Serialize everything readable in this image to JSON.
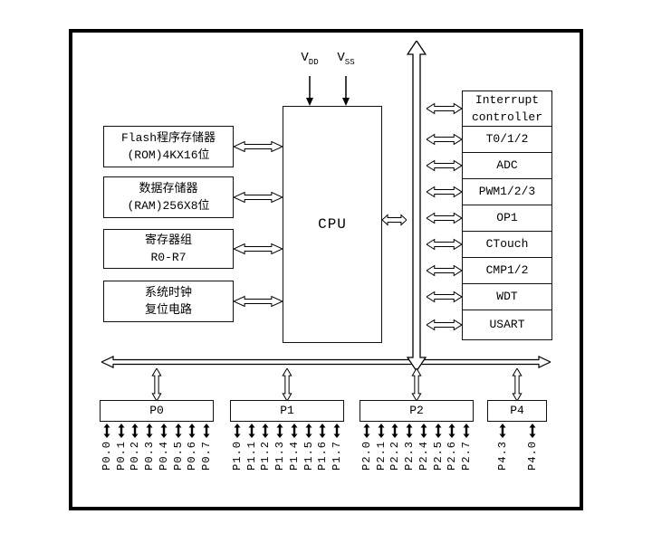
{
  "diagram": {
    "cpu": "CPU",
    "vdd": {
      "main": "V",
      "sub": "DD"
    },
    "vss": {
      "main": "V",
      "sub": "SS"
    },
    "left_blocks": [
      {
        "line1": "Flash程序存储器",
        "line2": "(ROM)4KX16位"
      },
      {
        "line1": "数据存储器",
        "line2": "(RAM)256X8位"
      },
      {
        "line1": "寄存器组",
        "line2": "R0-R7"
      },
      {
        "line1": "系统时钟",
        "line2": "复位电路"
      }
    ],
    "right_blocks": [
      {
        "line1": "Interrupt",
        "line2": "controller"
      },
      {
        "line1": "T0/1/2"
      },
      {
        "line1": "ADC"
      },
      {
        "line1": "PWM1/2/3"
      },
      {
        "line1": "OP1"
      },
      {
        "line1": "CTouch"
      },
      {
        "line1": "CMP1/2"
      },
      {
        "line1": "WDT"
      },
      {
        "line1": "USART"
      }
    ],
    "ports": [
      {
        "label": "P0",
        "pins": [
          "P0.0",
          "P0.1",
          "P0.2",
          "P0.3",
          "P0.4",
          "P0.5",
          "P0.6",
          "P0.7"
        ]
      },
      {
        "label": "P1",
        "pins": [
          "P1.0",
          "P1.1",
          "P1.2",
          "P1.3",
          "P1.4",
          "P1.5",
          "P1.6",
          "P1.7"
        ]
      },
      {
        "label": "P2",
        "pins": [
          "P2.0",
          "P2.1",
          "P2.2",
          "P2.3",
          "P2.4",
          "P2.5",
          "P2.6",
          "P2.7"
        ]
      },
      {
        "label": "P4",
        "pins": [
          "P4.3",
          "P4.0"
        ]
      }
    ],
    "colors": {
      "ink": "#000000",
      "background": "#ffffff"
    }
  }
}
